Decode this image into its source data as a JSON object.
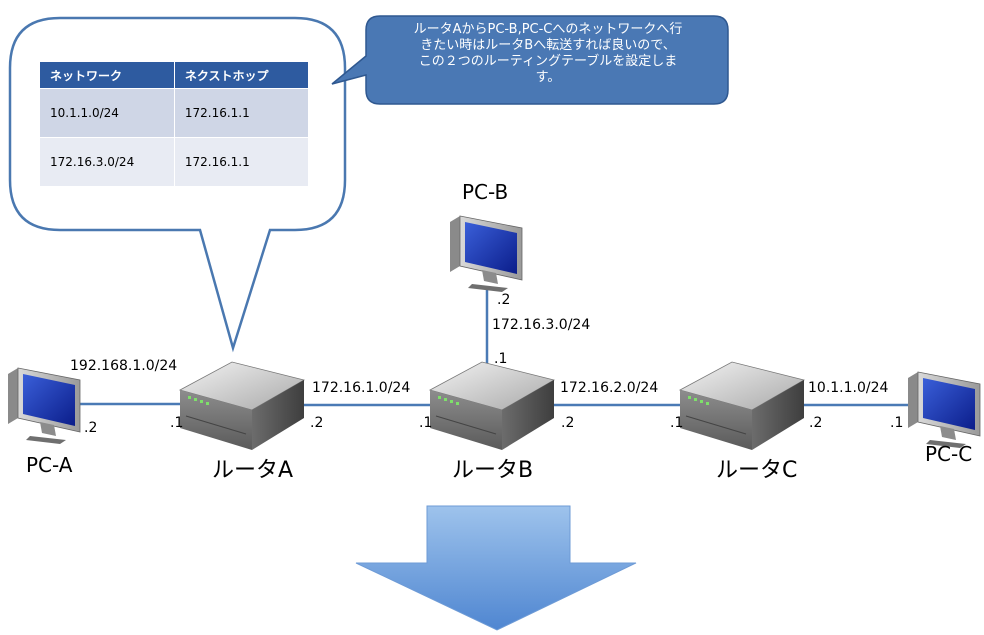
{
  "routing_table": {
    "headers": [
      "ネットワーク",
      "ネクストホップ"
    ],
    "rows": [
      [
        "10.1.1.0/24",
        "172.16.1.1"
      ],
      [
        "172.16.3.0/24",
        "172.16.1.1"
      ]
    ]
  },
  "info_note": "ルータAからPC-B,PC-Cへのネットワークへ行\nきたい時はルータBへ転送すれば良いので、\nこの２つのルーティングテーブルを設定しま\nす。",
  "devices": {
    "pc_a": "PC-A",
    "pc_b": "PC-B",
    "pc_c": "PC-C",
    "router_a": "ルータA",
    "router_b": "ルータB",
    "router_c": "ルータC"
  },
  "networks": {
    "net_a": "192.168.1.0/24",
    "net_ab": "172.16.1.0/24",
    "net_bc": "172.16.2.0/24",
    "net_c": "10.1.1.0/24",
    "net_b": "172.16.3.0/24"
  },
  "host_ids": {
    "pc_a": ".2",
    "router_a_left": ".1",
    "router_a_right": ".2",
    "router_b_left": ".1",
    "router_b_right": ".2",
    "router_b_top": ".1",
    "pc_b": ".2",
    "router_c_left": ".1",
    "router_c_right": ".2",
    "pc_c": ".1"
  },
  "colors": {
    "link": "#4a7ab5",
    "callout_border": "#4a78b0",
    "note_fill": "#4a78b4",
    "table_header": "#2e5ba0",
    "arrow_top": "#9ec3ec",
    "arrow_bottom": "#4f86d1"
  }
}
